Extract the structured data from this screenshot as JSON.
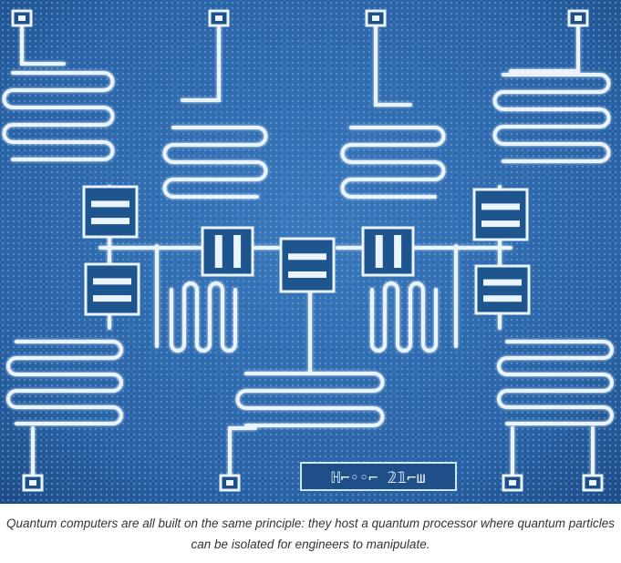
{
  "caption": "Quantum computers are all built on the same principle: they host a quantum processor where quantum particles can be isolated for engineers to manipulate.",
  "photo": {
    "subject": "quantum-processor-chip",
    "colors": {
      "substrate": "#2a66a8",
      "substrate_dark": "#1d4f88",
      "trace": "#e9f4ff",
      "glow": "#bfe0ff"
    },
    "serial_marking": "ℍ⌐◦◦⌐ 𝟚𝟙⌐ш"
  }
}
